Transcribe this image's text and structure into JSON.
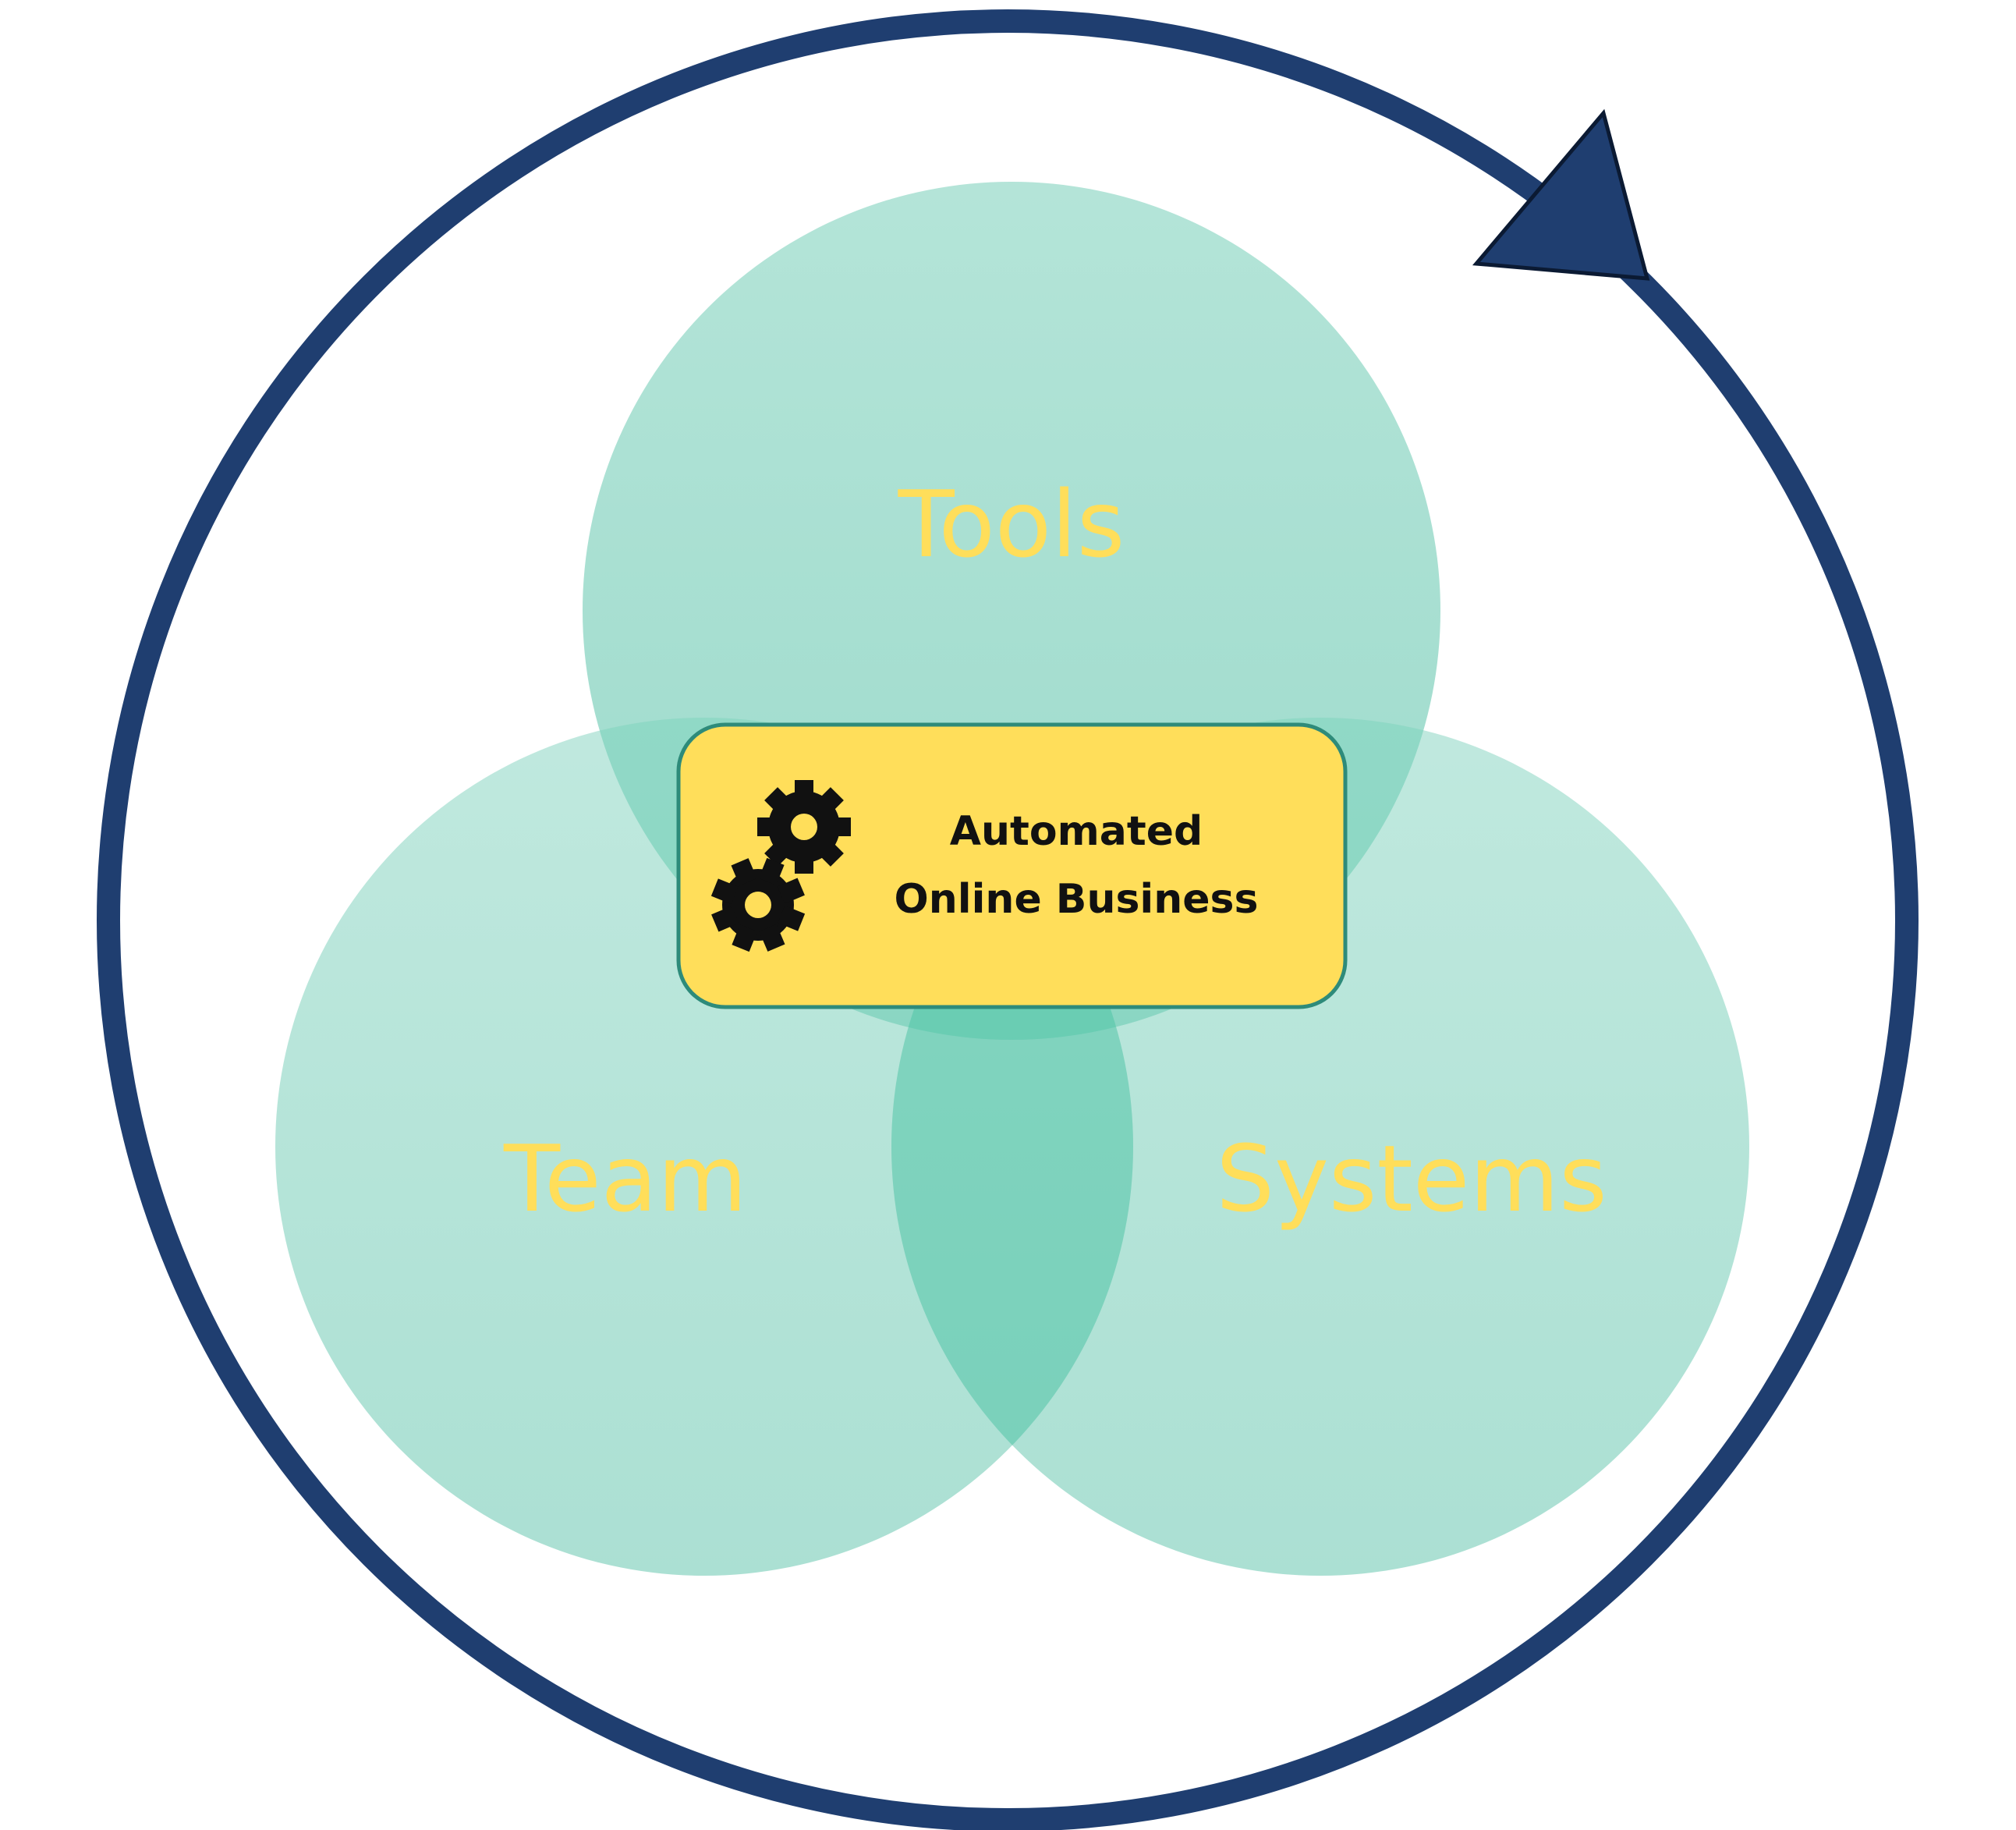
{
  "diagram": {
    "circles": [
      {
        "label": "Tools"
      },
      {
        "label": "Team"
      },
      {
        "label": "Systems"
      }
    ],
    "center": {
      "line1": "Automated",
      "line2": "Online Business",
      "icon": "gears-icon"
    },
    "cycle_icon": "cycle-arrow-icon"
  },
  "colors": {
    "cycle_ring": "#1F3E70",
    "circle_fill_top": "#B0E3D6",
    "circle_fill_bottom": "#96D8C8",
    "overlap_fill": "#5CC8AD",
    "label_color": "#FFDE5A",
    "center_box_fill": "#FFDE5A",
    "center_box_border": "#2E8B7A",
    "center_text": "#111111",
    "gear_color": "#111111"
  }
}
